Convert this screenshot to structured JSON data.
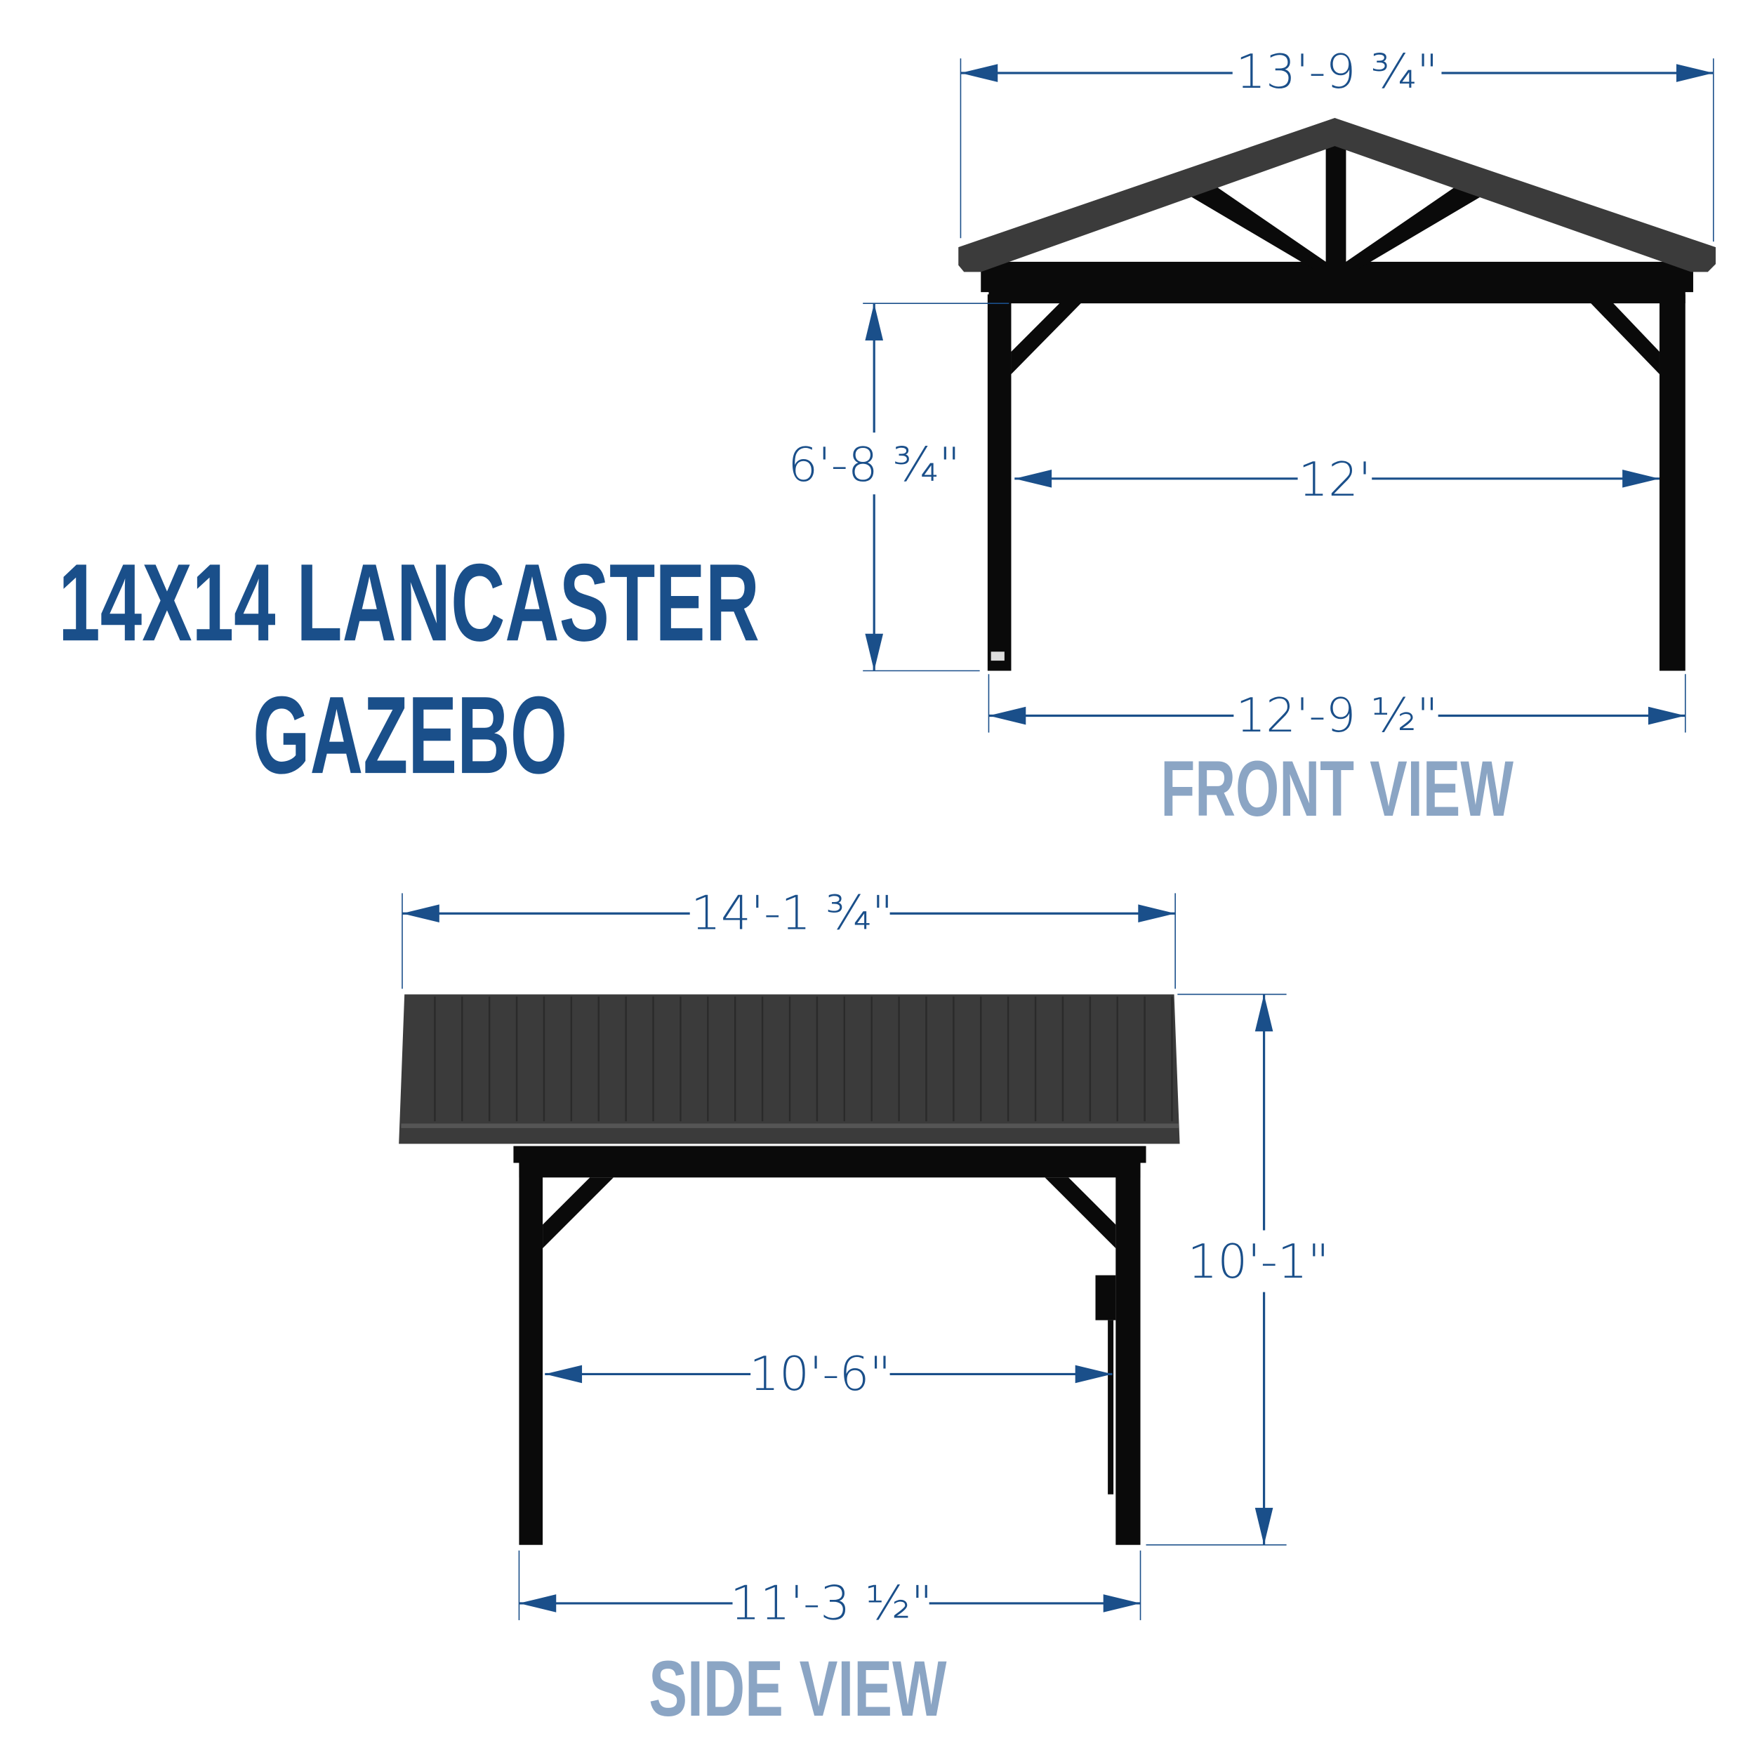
{
  "title": {
    "line1": "14X14 LANCASTER",
    "line2": "GAZEBO"
  },
  "colors": {
    "title": "#1a4f8a",
    "view_label": "#8ba5c4",
    "dimension": "#1a4f8a",
    "structure": "#0a0a0a",
    "roof": "#3b3b3b"
  },
  "front_view": {
    "label": "FRONT VIEW",
    "dimensions": {
      "roof_width": "13'-9 ¾\"",
      "height": "6'-8 ¾\"",
      "inner_width": "12'",
      "base_width": "12'-9 ½\""
    }
  },
  "side_view": {
    "label": "SIDE VIEW",
    "dimensions": {
      "roof_length": "14'-1 ¾\"",
      "height": "10'-1\"",
      "inner_width": "10'-6\"",
      "base_width": "11'-3 ½\""
    }
  }
}
